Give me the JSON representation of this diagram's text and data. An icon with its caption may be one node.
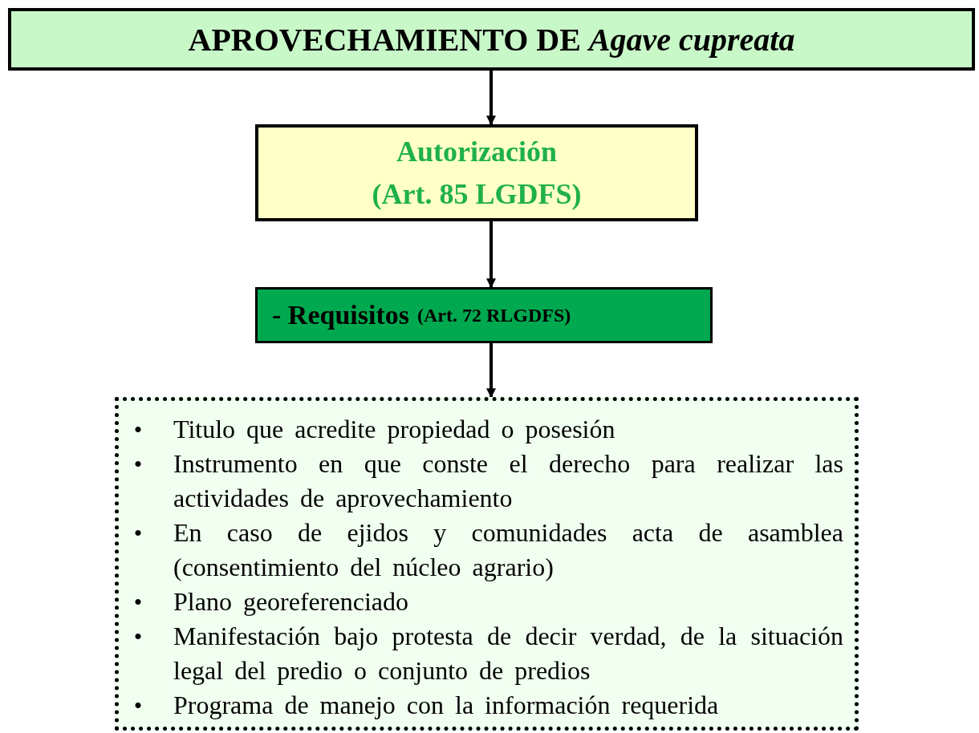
{
  "diagram": {
    "nodes": [
      {
        "text": [
          "APROVECHAMIENTO DE *Agave cupreata*"
        ]
      },
      {
        "text": [
          "Autorización",
          "(Art. 85 LGDFS)"
        ]
      },
      {
        "text": [
          "- Requisitos",
          "(Art. 72 RLGDFS)"
        ]
      },
      {
        "text": [
          "Titulo que acredite propiedad o posesión",
          "Instrumento en que conste el derecho para realizar las actividades de aprovechamiento",
          "En caso de ejidos y comunidades acta de asamblea (consentimiento del núcleo agrario)",
          "Plano georeferenciado",
          "Manifestación bajo protesta de decir verdad, de la situación legal del predio o conjunto de predios",
          "Programa de manejo con la información requerida"
        ]
      }
    ],
    "labels": [
      "•",
      "•",
      "•",
      "•",
      "•",
      "•"
    ],
    "edges": [
      {
        "from": 0,
        "to": 1,
        "arrow": "to"
      },
      {
        "from": 1,
        "to": 2,
        "arrow": "to"
      },
      {
        "from": 2,
        "to": 3,
        "arrow": "to"
      }
    ]
  }
}
